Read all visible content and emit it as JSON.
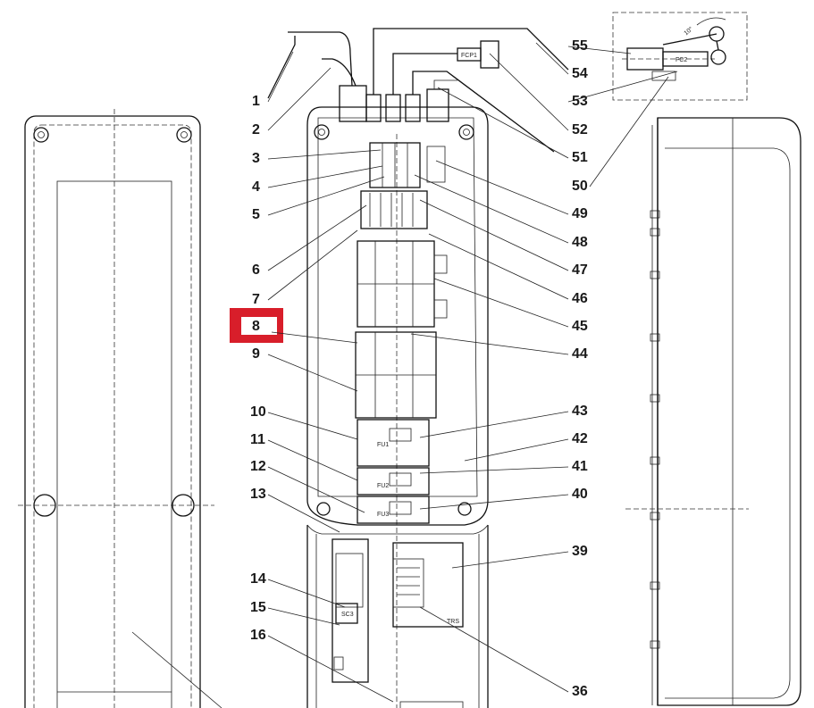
{
  "diagram": {
    "title": "",
    "callouts_left": [
      "1",
      "2",
      "3",
      "4",
      "5",
      "6",
      "7",
      "8",
      "9",
      "10",
      "11",
      "12",
      "13",
      "14",
      "15",
      "16"
    ],
    "callouts_right": [
      "55",
      "54",
      "53",
      "52",
      "51",
      "50",
      "49",
      "48",
      "47",
      "46",
      "45",
      "44",
      "43",
      "42",
      "41",
      "40",
      "39",
      "36"
    ],
    "highlighted_callout": "8",
    "highlight_color": "#d81e2a",
    "angle_label": "10°",
    "component_tags": {
      "fcp": "FCP1",
      "fc": "FC2",
      "fu1": "FU1",
      "fu2": "FU2",
      "fu3": "FU3",
      "sc": "SC3",
      "trs": "TRS"
    }
  }
}
